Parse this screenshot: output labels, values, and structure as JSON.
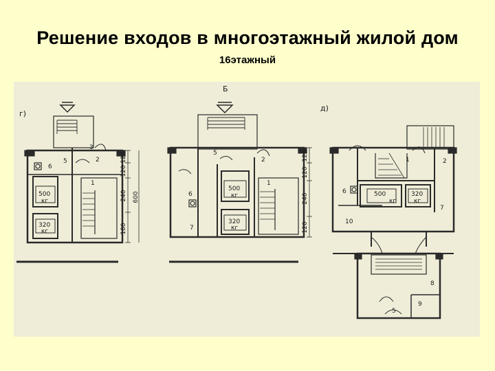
{
  "slide": {
    "title": "Решение входов в многоэтажный жилой дом",
    "subtitle": "16этажный"
  },
  "plans": {
    "g": {
      "marker": "г)",
      "rooms": [
        "1",
        "2",
        "3",
        "5",
        "6"
      ],
      "elevators": [
        {
          "capacity": "500",
          "type": "кг"
        },
        {
          "capacity": "320",
          "type": "кг"
        }
      ],
      "dims": [
        "120",
        "120",
        "240",
        "180",
        "600"
      ]
    },
    "b": {
      "marker": "Б",
      "rooms": [
        "1",
        "2",
        "5",
        "6",
        "7"
      ],
      "elevators": [
        {
          "capacity": "500",
          "type": "кг"
        },
        {
          "capacity": "320",
          "type": "кг"
        }
      ],
      "dims": [
        "120",
        "120",
        "240",
        "120"
      ]
    },
    "d": {
      "marker": "д)",
      "rooms": [
        "1",
        "2",
        "6",
        "7",
        "8",
        "9",
        "10",
        "5"
      ],
      "elevators": [
        {
          "capacity": "500",
          "type": "кг"
        },
        {
          "capacity": "320",
          "type": "кг"
        }
      ]
    }
  }
}
